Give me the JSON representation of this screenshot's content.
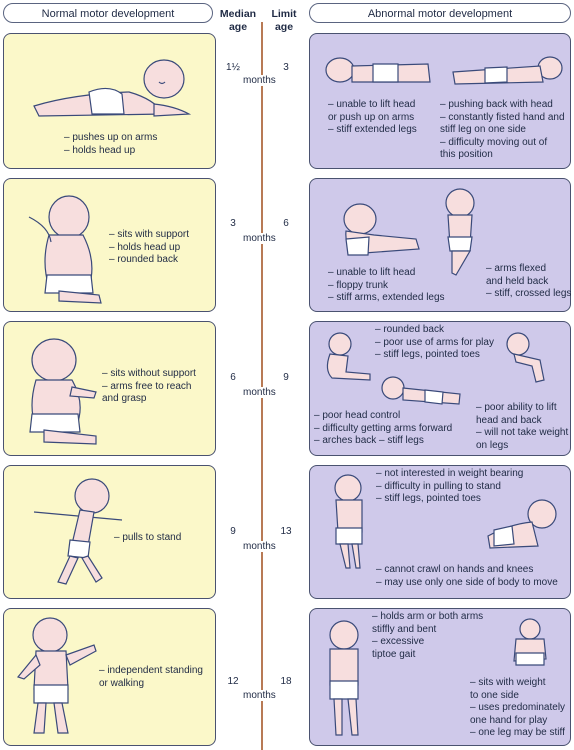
{
  "headers": {
    "normal": "Normal motor development",
    "median": [
      "Median",
      "age"
    ],
    "limit": [
      "Limit",
      "age"
    ],
    "abnormal": "Abnormal motor development"
  },
  "rows": [
    {
      "median": "1½",
      "limit": "3",
      "months": "months",
      "normal": [
        "– pushes up on arms",
        "– holds head up"
      ],
      "abnormal_a": [
        "– unable to lift head",
        "or push up on arms",
        "– stiff extended legs"
      ],
      "abnormal_b": [
        "– pushing back with head",
        "– constantly fisted hand and",
        "stiff leg on one side",
        "– difficulty moving out of",
        "this position"
      ]
    },
    {
      "median": "3",
      "limit": "6",
      "months": "months",
      "normal": [
        "– sits with support",
        "– holds head up",
        "– rounded back"
      ],
      "abnormal_a": [
        "– unable to lift head",
        "– floppy trunk",
        "– stiff arms, extended legs"
      ],
      "abnormal_b": [
        "– arms flexed",
        "and held back",
        "– stiff, crossed legs"
      ]
    },
    {
      "median": "6",
      "limit": "9",
      "months": "months",
      "normal": [
        "– sits without support",
        "– arms free to reach",
        "and grasp"
      ],
      "abnormal_a": [
        "– rounded back",
        "– poor use of arms for play",
        "– stiff legs, pointed toes"
      ],
      "abnormal_b": [
        "– poor head control",
        "– difficulty getting arms forward",
        "– arches back – stiff legs"
      ],
      "abnormal_c": [
        "– poor ability to lift",
        "head and back",
        "– will not take weight",
        "on legs"
      ]
    },
    {
      "median": "9",
      "limit": "13",
      "months": "months",
      "normal": [
        "– pulls to stand"
      ],
      "abnormal_a": [
        "– not interested in weight bearing",
        "– difficulty in pulling to stand",
        "– stiff legs, pointed toes"
      ],
      "abnormal_b": [
        "– cannot crawl on hands and knees",
        "– may use only one side of body to move"
      ]
    },
    {
      "median": "12",
      "limit": "18",
      "months": "months",
      "normal": [
        "– independent standing",
        "or walking"
      ],
      "abnormal_a": [
        "– holds arm or both arms",
        "stiffly and bent",
        "– excessive",
        "tiptoe gait"
      ],
      "abnormal_b": [
        "– sits with weight",
        "to one side",
        "– uses predominately",
        "one hand for play",
        "– one leg may be stiff"
      ]
    }
  ]
}
